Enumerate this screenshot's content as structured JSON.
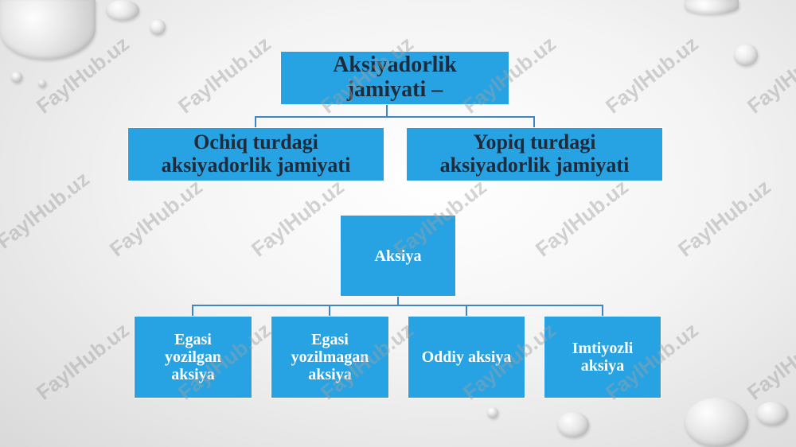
{
  "root": {
    "line1": "Aksiyadorlik",
    "line2": "jamiyati –"
  },
  "types": [
    {
      "line1": "Ochiq turdagi",
      "line2": "aksiyadorlik jamiyati"
    },
    {
      "line1": "Yopiq turdagi",
      "line2": "aksiyadorlik jamiyati"
    }
  ],
  "share": {
    "label": "Aksiya"
  },
  "share_types": [
    {
      "lines": [
        "Egasi",
        "yozilgan",
        "aksiya"
      ]
    },
    {
      "lines": [
        "Egasi",
        "yozilmagan",
        "aksiya"
      ]
    },
    {
      "lines": [
        "Oddiy aksiya"
      ]
    },
    {
      "lines": [
        "Imtiyozli",
        "aksiya"
      ]
    }
  ],
  "watermark": "FaylHub.uz",
  "colors": {
    "box": "#27a3e3",
    "connector": "#3f86c5",
    "dark_text": "#1f2a3a"
  }
}
